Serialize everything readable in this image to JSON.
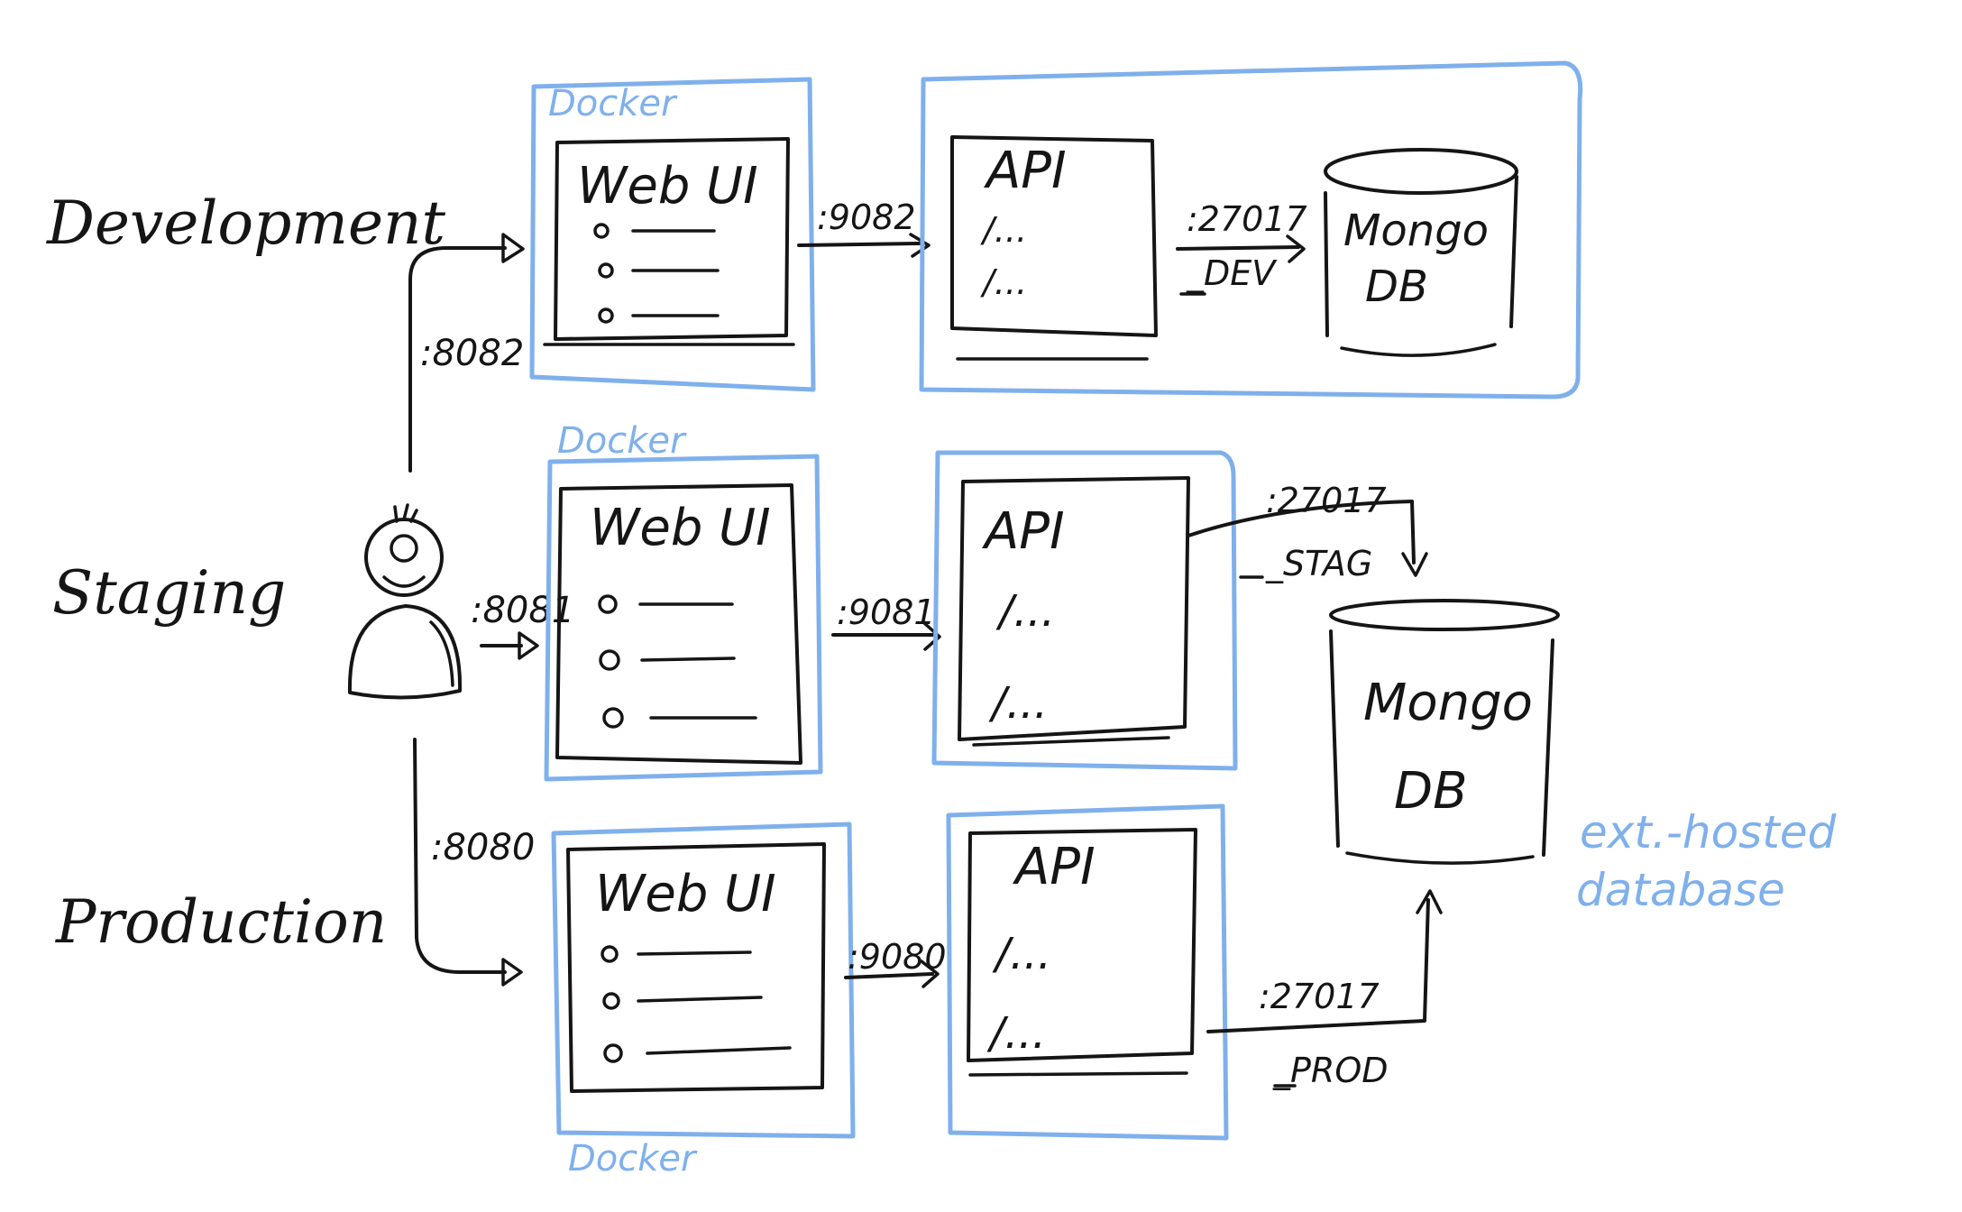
{
  "colors": {
    "ink": "#151515",
    "accent": "#7fb0ec"
  },
  "environments": {
    "development": "Development",
    "staging": "Staging",
    "production": "Production"
  },
  "docker_labels": {
    "development": "Docker",
    "staging": "Docker",
    "production": "Docker"
  },
  "web_ui": {
    "development": "Web UI",
    "staging": "Web UI",
    "production": "Web UI"
  },
  "api": {
    "development": {
      "title": "API",
      "routes": [
        "/...",
        "/..."
      ]
    },
    "staging": {
      "title": "API",
      "routes": [
        "/...",
        "/..."
      ]
    },
    "production": {
      "title": "API",
      "routes": [
        "/...",
        "/..."
      ]
    }
  },
  "mongo_dev": {
    "line1": "Mongo",
    "line2": "DB"
  },
  "mongo_shared": {
    "line1": "Mongo",
    "line2": "DB"
  },
  "ports": {
    "user_dev": ":8082",
    "user_stag": ":8081",
    "user_prod": ":8080",
    "ui_api_dev": ":9082",
    "ui_api_stag": ":9081",
    "ui_api_prod": ":9080",
    "db_dev": ":27017",
    "db_stag": ":27017",
    "db_prod": ":27017"
  },
  "db_suffix": {
    "dev": "_DEV",
    "stag": "_STAG",
    "prod": "_PROD"
  },
  "external_note": {
    "line1": "ext.-hosted",
    "line2": "database"
  }
}
